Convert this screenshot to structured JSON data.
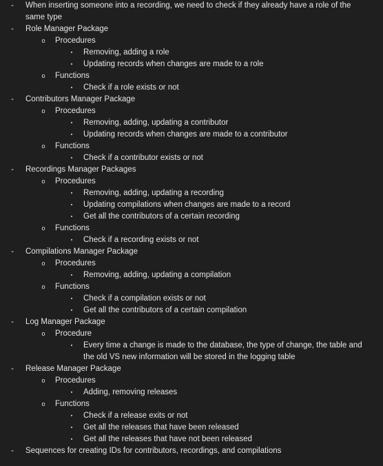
{
  "markers": {
    "dash": "-",
    "circle": "o",
    "square": "▪"
  },
  "items": [
    {
      "level": 0,
      "text": "When inserting someone into a recording, we need to check if they already have a role of the",
      "cont": "same type"
    },
    {
      "level": 0,
      "text": "Role Manager Package"
    },
    {
      "level": 1,
      "text": "Procedures"
    },
    {
      "level": 2,
      "text": "Removing, adding a role"
    },
    {
      "level": 2,
      "text": "Updating records when changes are made to a role"
    },
    {
      "level": 1,
      "text": "Functions"
    },
    {
      "level": 2,
      "text": "Check if a role exists or not"
    },
    {
      "level": 0,
      "text": "Contributors Manager Package"
    },
    {
      "level": 1,
      "text": "Procedures"
    },
    {
      "level": 2,
      "text": "Removing, adding, updating a contributor"
    },
    {
      "level": 2,
      "text": "Updating records when changes are made to a contributor"
    },
    {
      "level": 1,
      "text": "Functions"
    },
    {
      "level": 2,
      "text": "Check if a contributor exists or not"
    },
    {
      "level": 0,
      "text": "Recordings Manager Packages"
    },
    {
      "level": 1,
      "text": "Procedures"
    },
    {
      "level": 2,
      "text": "Removing, adding, updating a recording"
    },
    {
      "level": 2,
      "text": "Updating compilations when changes are made to a record"
    },
    {
      "level": 2,
      "text": "Get all the contributors of a certain recording"
    },
    {
      "level": 1,
      "text": "Functions"
    },
    {
      "level": 2,
      "text": "Check if a recording exists or not"
    },
    {
      "level": 0,
      "text": "Compilations Manager Package"
    },
    {
      "level": 1,
      "text": "Procedures"
    },
    {
      "level": 2,
      "text": "Removing, adding, updating a compilation"
    },
    {
      "level": 1,
      "text": "Functions"
    },
    {
      "level": 2,
      "text": "Check if a compilation exists or not"
    },
    {
      "level": 2,
      "text": "Get all the contributors of a certain compilation"
    },
    {
      "level": 0,
      "text": "Log Manager Package"
    },
    {
      "level": 1,
      "text": "Procedure"
    },
    {
      "level": 2,
      "text": "Every time a change is made to the database, the type of change, the table and",
      "cont": "the old VS new information will be stored in the logging table"
    },
    {
      "level": 0,
      "text": "Release Manager Package"
    },
    {
      "level": 1,
      "text": "Procedures"
    },
    {
      "level": 2,
      "text": "Adding, removing releases"
    },
    {
      "level": 1,
      "text": "Functions"
    },
    {
      "level": 2,
      "text": "Check if a release exits or not"
    },
    {
      "level": 2,
      "text": "Get all the releases that have been released"
    },
    {
      "level": 2,
      "text": "Get all the releases that have not been released"
    },
    {
      "level": 0,
      "text": "Sequences for creating IDs for contributors, recordings, and compilations"
    }
  ]
}
